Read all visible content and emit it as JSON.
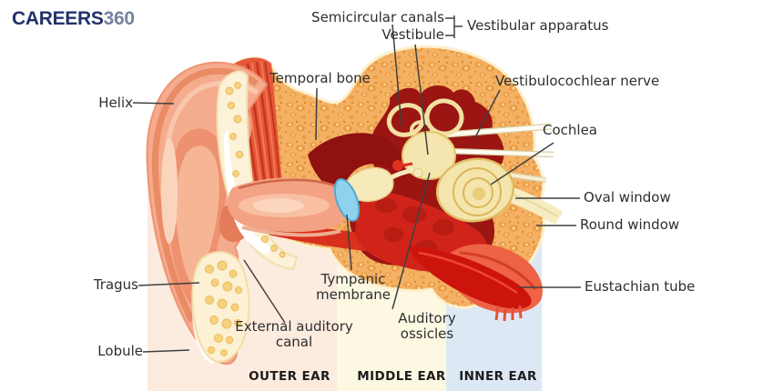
{
  "brand": {
    "name": "CAREERS",
    "suffix": "360"
  },
  "labels": {
    "helix": "Helix",
    "tragus": "Tragus",
    "lobule": "Lobule",
    "temporal_bone": "Temporal bone",
    "semicircular_canals": "Semicircular canals",
    "vestibule": "Vestibule",
    "vestibular_apparatus": "Vestibular apparatus",
    "vestibulocochlear_nerve": "Vestibulocochlear nerve",
    "cochlea": "Cochlea",
    "oval_window": "Oval window",
    "round_window": "Round window",
    "eustachian_tube": "Eustachian tube",
    "tympanic_membrane": "Tympanic membrane",
    "auditory_ossicles": "Auditory ossicles",
    "external_auditory_canal": "External auditory canal"
  },
  "regions": {
    "outer": "OUTER EAR",
    "middle": "MIDDLE EAR",
    "inner": "INNER EAR"
  },
  "colors": {
    "outer_band": "#fcebdf",
    "middle_band": "#fdf8e2",
    "inner_band": "#dce9f5",
    "bone": "#f4b164",
    "inner_ear_capsule": "#9b1512",
    "middle_ear_red": "#d0241a",
    "flesh": "#f5ab8d",
    "ossicle_cream": "#f4e6ae",
    "membrane_blue": "#8ed2ee",
    "brand_navy": "#223269",
    "brand_gray": "#76839f",
    "label_text": "#2e2e2e"
  }
}
